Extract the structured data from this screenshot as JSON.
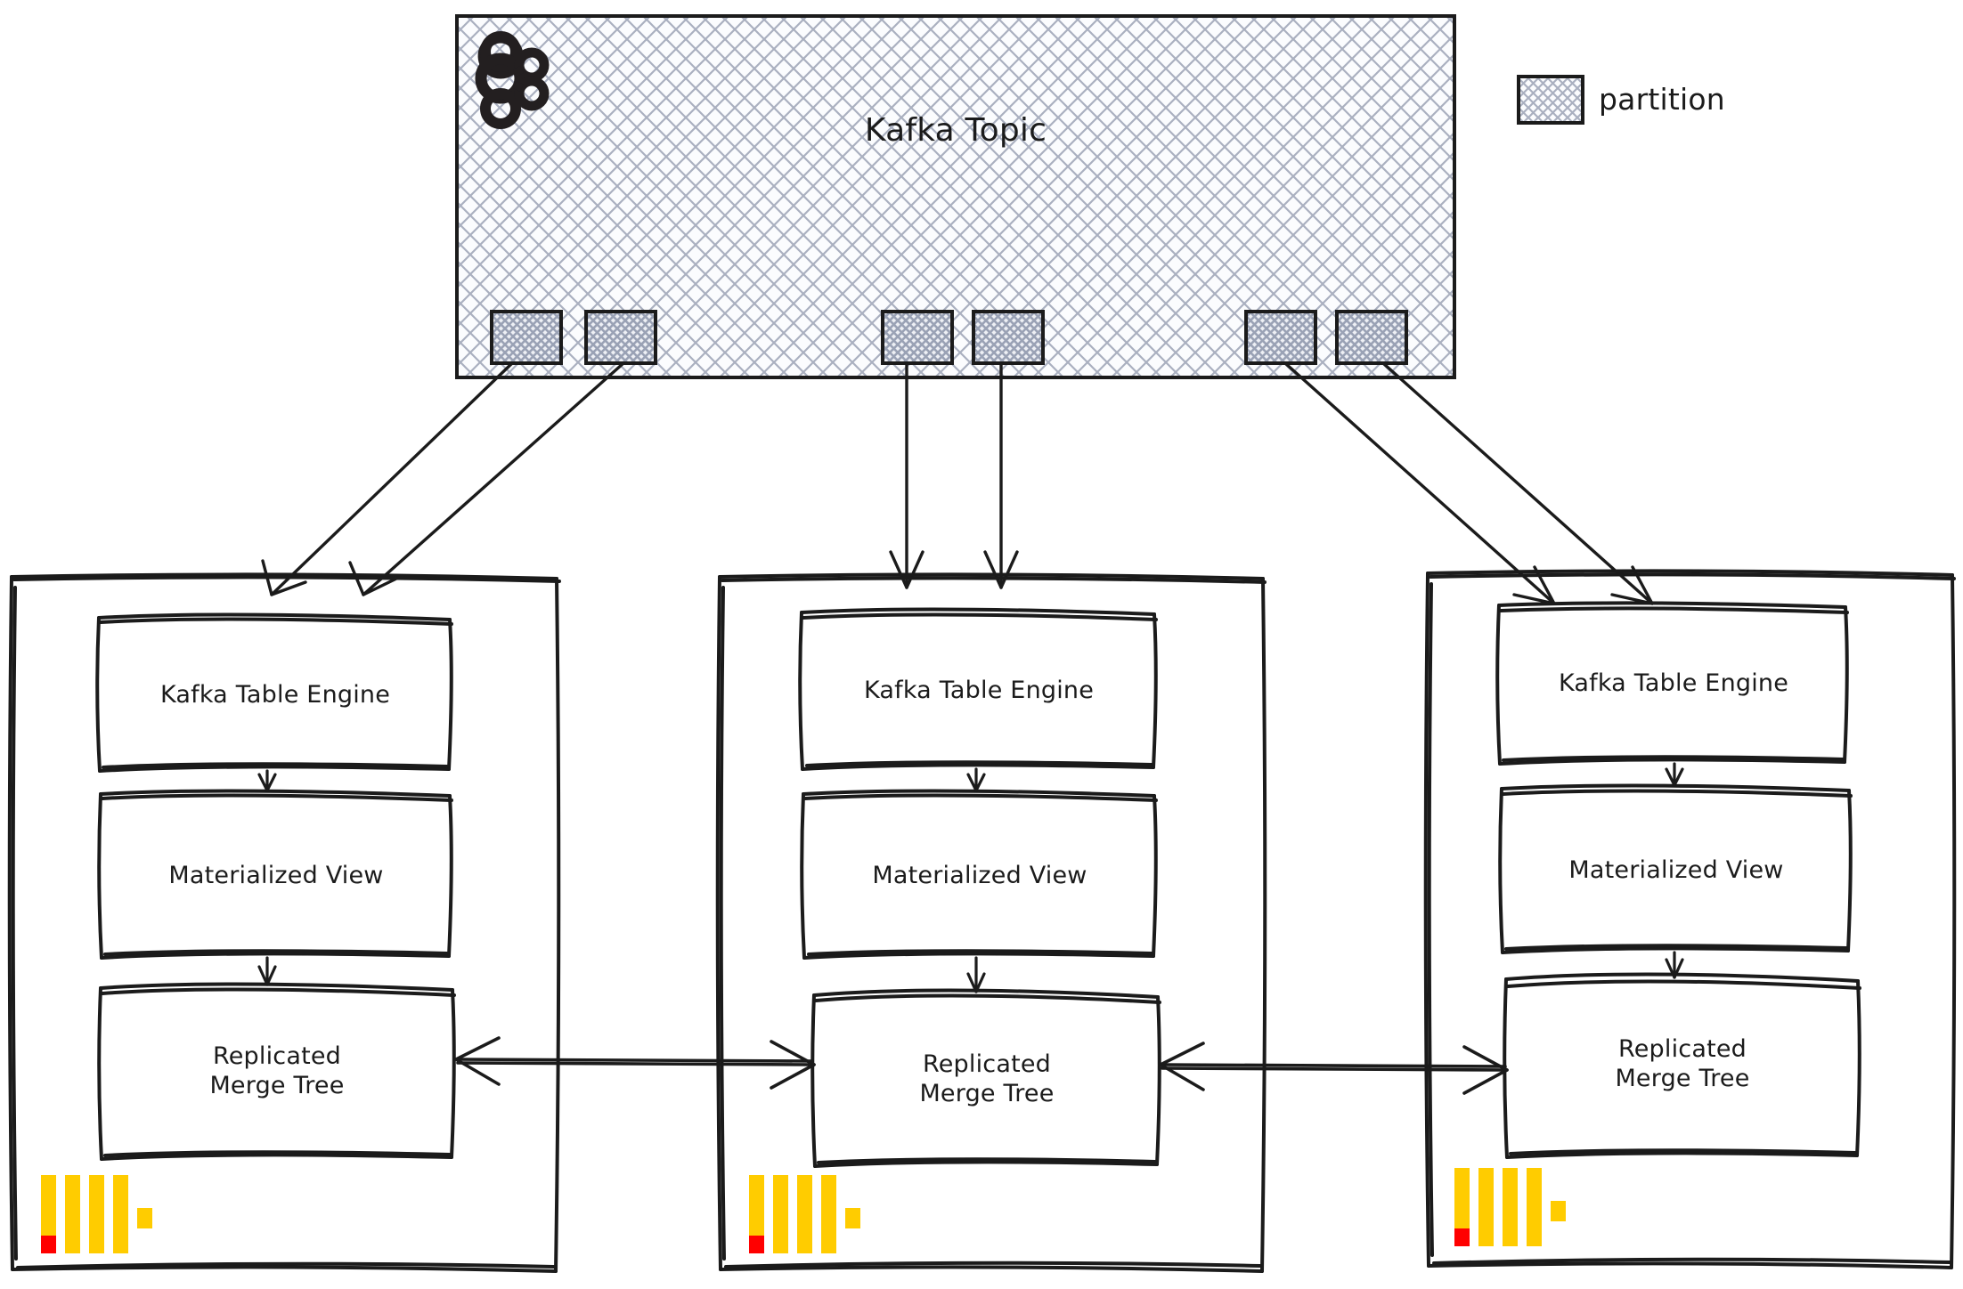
{
  "diagram": {
    "title_area": {
      "kafka_topic_label": "Kafka Topic",
      "kafka_icon_name": "kafka-logo-icon"
    },
    "legend": {
      "label": "partition",
      "swatch_name": "partition-hatch-swatch"
    },
    "partitions": [
      {
        "id": "p0",
        "label": ""
      },
      {
        "id": "p1",
        "label": ""
      },
      {
        "id": "p2",
        "label": ""
      },
      {
        "id": "p3",
        "label": ""
      },
      {
        "id": "p4",
        "label": ""
      },
      {
        "id": "p5",
        "label": ""
      }
    ],
    "nodes": [
      {
        "id": "node-1",
        "logo_name": "clickhouse-logo",
        "boxes": [
          {
            "id": "kafka-table-engine",
            "label": "Kafka Table Engine"
          },
          {
            "id": "materialized-view",
            "label": "Materialized View"
          },
          {
            "id": "replicated-merge-tree",
            "label": "Replicated\nMerge Tree"
          }
        ]
      },
      {
        "id": "node-2",
        "logo_name": "clickhouse-logo",
        "boxes": [
          {
            "id": "kafka-table-engine",
            "label": "Kafka Table Engine"
          },
          {
            "id": "materialized-view",
            "label": "Materialized View"
          },
          {
            "id": "replicated-merge-tree",
            "label": "Replicated\nMerge Tree"
          }
        ]
      },
      {
        "id": "node-3",
        "logo_name": "clickhouse-logo",
        "boxes": [
          {
            "id": "kafka-table-engine",
            "label": "Kafka Table Engine"
          },
          {
            "id": "materialized-view",
            "label": "Materialized View"
          },
          {
            "id": "replicated-merge-tree",
            "label": "Replicated\nMerge Tree"
          }
        ]
      }
    ],
    "colors": {
      "stroke": "#1b1b1b",
      "hatch": "#aab0c0",
      "topic_fill": "#fbfcfe",
      "partition_fill": "#dfe3ec",
      "clickhouse_yellow": "#FFCC00",
      "clickhouse_red": "#FF0000"
    }
  }
}
